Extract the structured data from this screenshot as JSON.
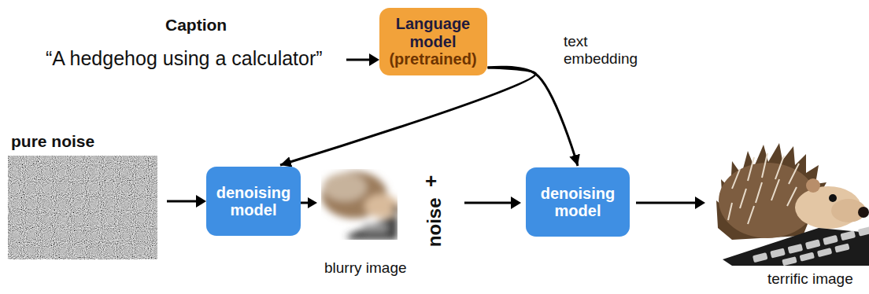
{
  "diagram": {
    "nodes": [
      {
        "text": [
          "Language model",
          "(pretrained)"
        ]
      },
      {
        "text": [
          "denoising model"
        ]
      },
      {
        "text": [
          "denoising model"
        ]
      }
    ],
    "edges": [
      {
        "from": 0,
        "to": 1,
        "arrow": "to"
      },
      {
        "from": 0,
        "to": 2,
        "arrow": "to"
      }
    ],
    "labels": [
      "Caption",
      "“A hedgehog using a calculator”",
      "text embedding",
      "pure noise",
      "blurry image",
      "+",
      "noise",
      "terrific image"
    ]
  }
}
